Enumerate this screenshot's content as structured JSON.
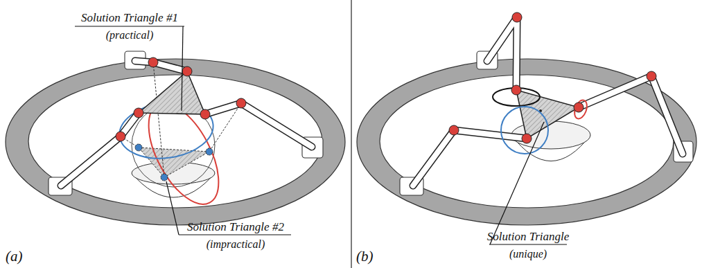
{
  "diagram": {
    "labels": [
      "Solution Triangle #1",
      "(practical)",
      "Solution Triangle #2",
      "(impractical)",
      "(a)",
      "(b)",
      "Solution Triangle",
      "(unique)"
    ]
  }
}
